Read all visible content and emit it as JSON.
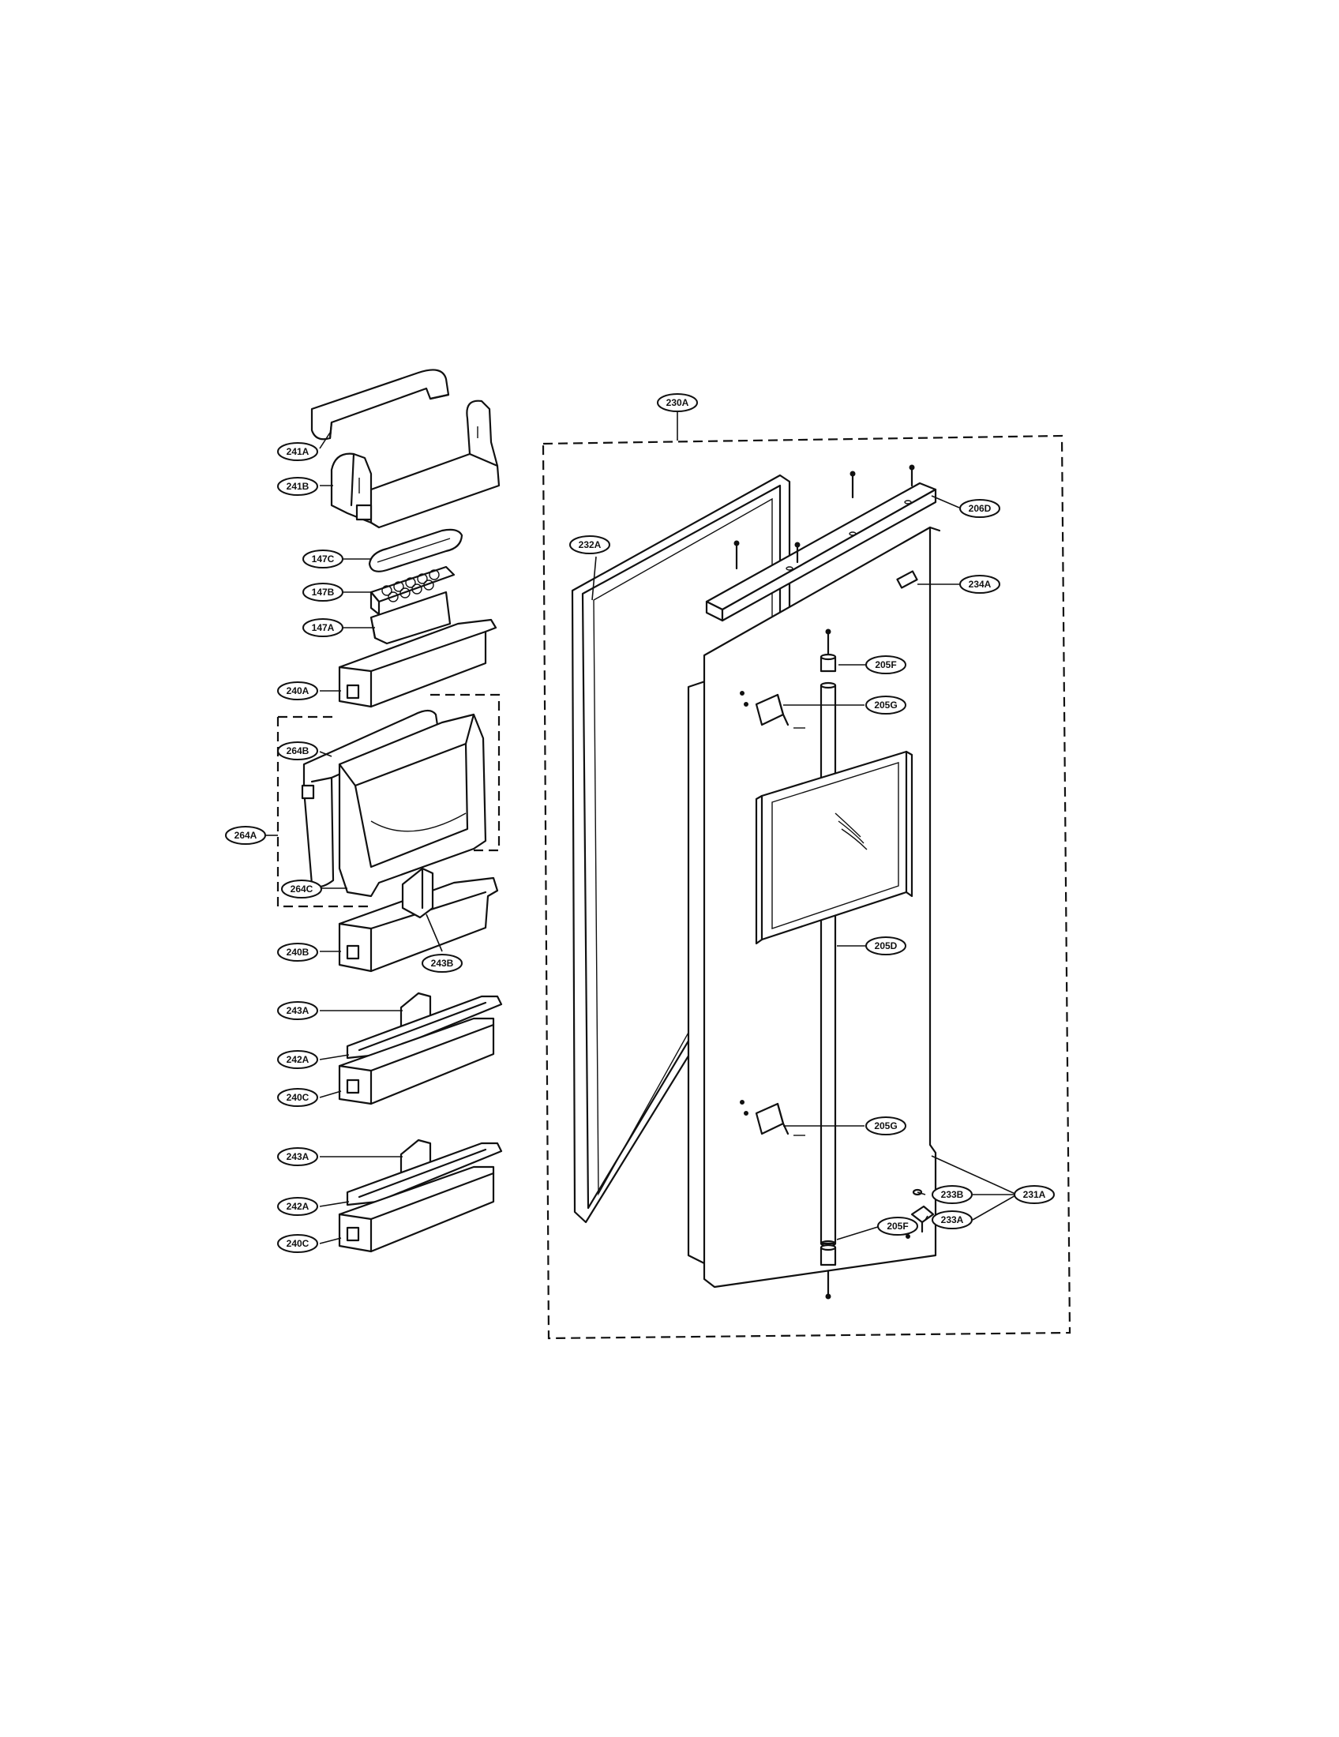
{
  "callouts": [
    {
      "id": "241A",
      "label": "241A"
    },
    {
      "id": "241B",
      "label": "241B"
    },
    {
      "id": "147C",
      "label": "147C"
    },
    {
      "id": "147B",
      "label": "147B"
    },
    {
      "id": "147A",
      "label": "147A"
    },
    {
      "id": "240A",
      "label": "240A"
    },
    {
      "id": "264B",
      "label": "264B"
    },
    {
      "id": "264A",
      "label": "264A"
    },
    {
      "id": "264C",
      "label": "264C"
    },
    {
      "id": "240B",
      "label": "240B"
    },
    {
      "id": "243B",
      "label": "243B"
    },
    {
      "id": "243A_1",
      "label": "243A"
    },
    {
      "id": "242A_1",
      "label": "242A"
    },
    {
      "id": "240C_1",
      "label": "240C"
    },
    {
      "id": "243A_2",
      "label": "243A"
    },
    {
      "id": "242A_2",
      "label": "242A"
    },
    {
      "id": "240C_2",
      "label": "240C"
    },
    {
      "id": "230A",
      "label": "230A"
    },
    {
      "id": "232A",
      "label": "232A"
    },
    {
      "id": "206D",
      "label": "206D"
    },
    {
      "id": "234A",
      "label": "234A"
    },
    {
      "id": "205F_1",
      "label": "205F"
    },
    {
      "id": "205G_1",
      "label": "205G"
    },
    {
      "id": "205D",
      "label": "205D"
    },
    {
      "id": "205G_2",
      "label": "205G"
    },
    {
      "id": "231A",
      "label": "231A"
    },
    {
      "id": "233B",
      "label": "233B"
    },
    {
      "id": "233A",
      "label": "233A"
    },
    {
      "id": "205F_2",
      "label": "205F"
    }
  ]
}
